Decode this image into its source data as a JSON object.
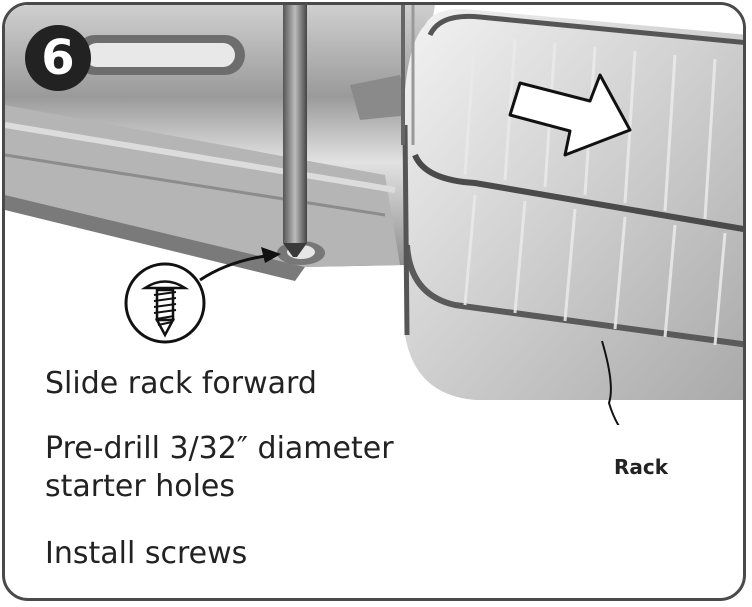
{
  "step": {
    "number": "6"
  },
  "instructions": {
    "line1": "Slide rack forward",
    "line2a": "Pre-drill 3/32″ diameter",
    "line2b": "starter holes",
    "line3": "Install screws"
  },
  "callout": {
    "rack_label": "Rack"
  },
  "icons": {
    "screw": "screw-icon",
    "arrow": "direction-arrow-icon"
  },
  "colors": {
    "frame": "#4a4a4a",
    "text": "#222222",
    "badge": "#222222"
  }
}
